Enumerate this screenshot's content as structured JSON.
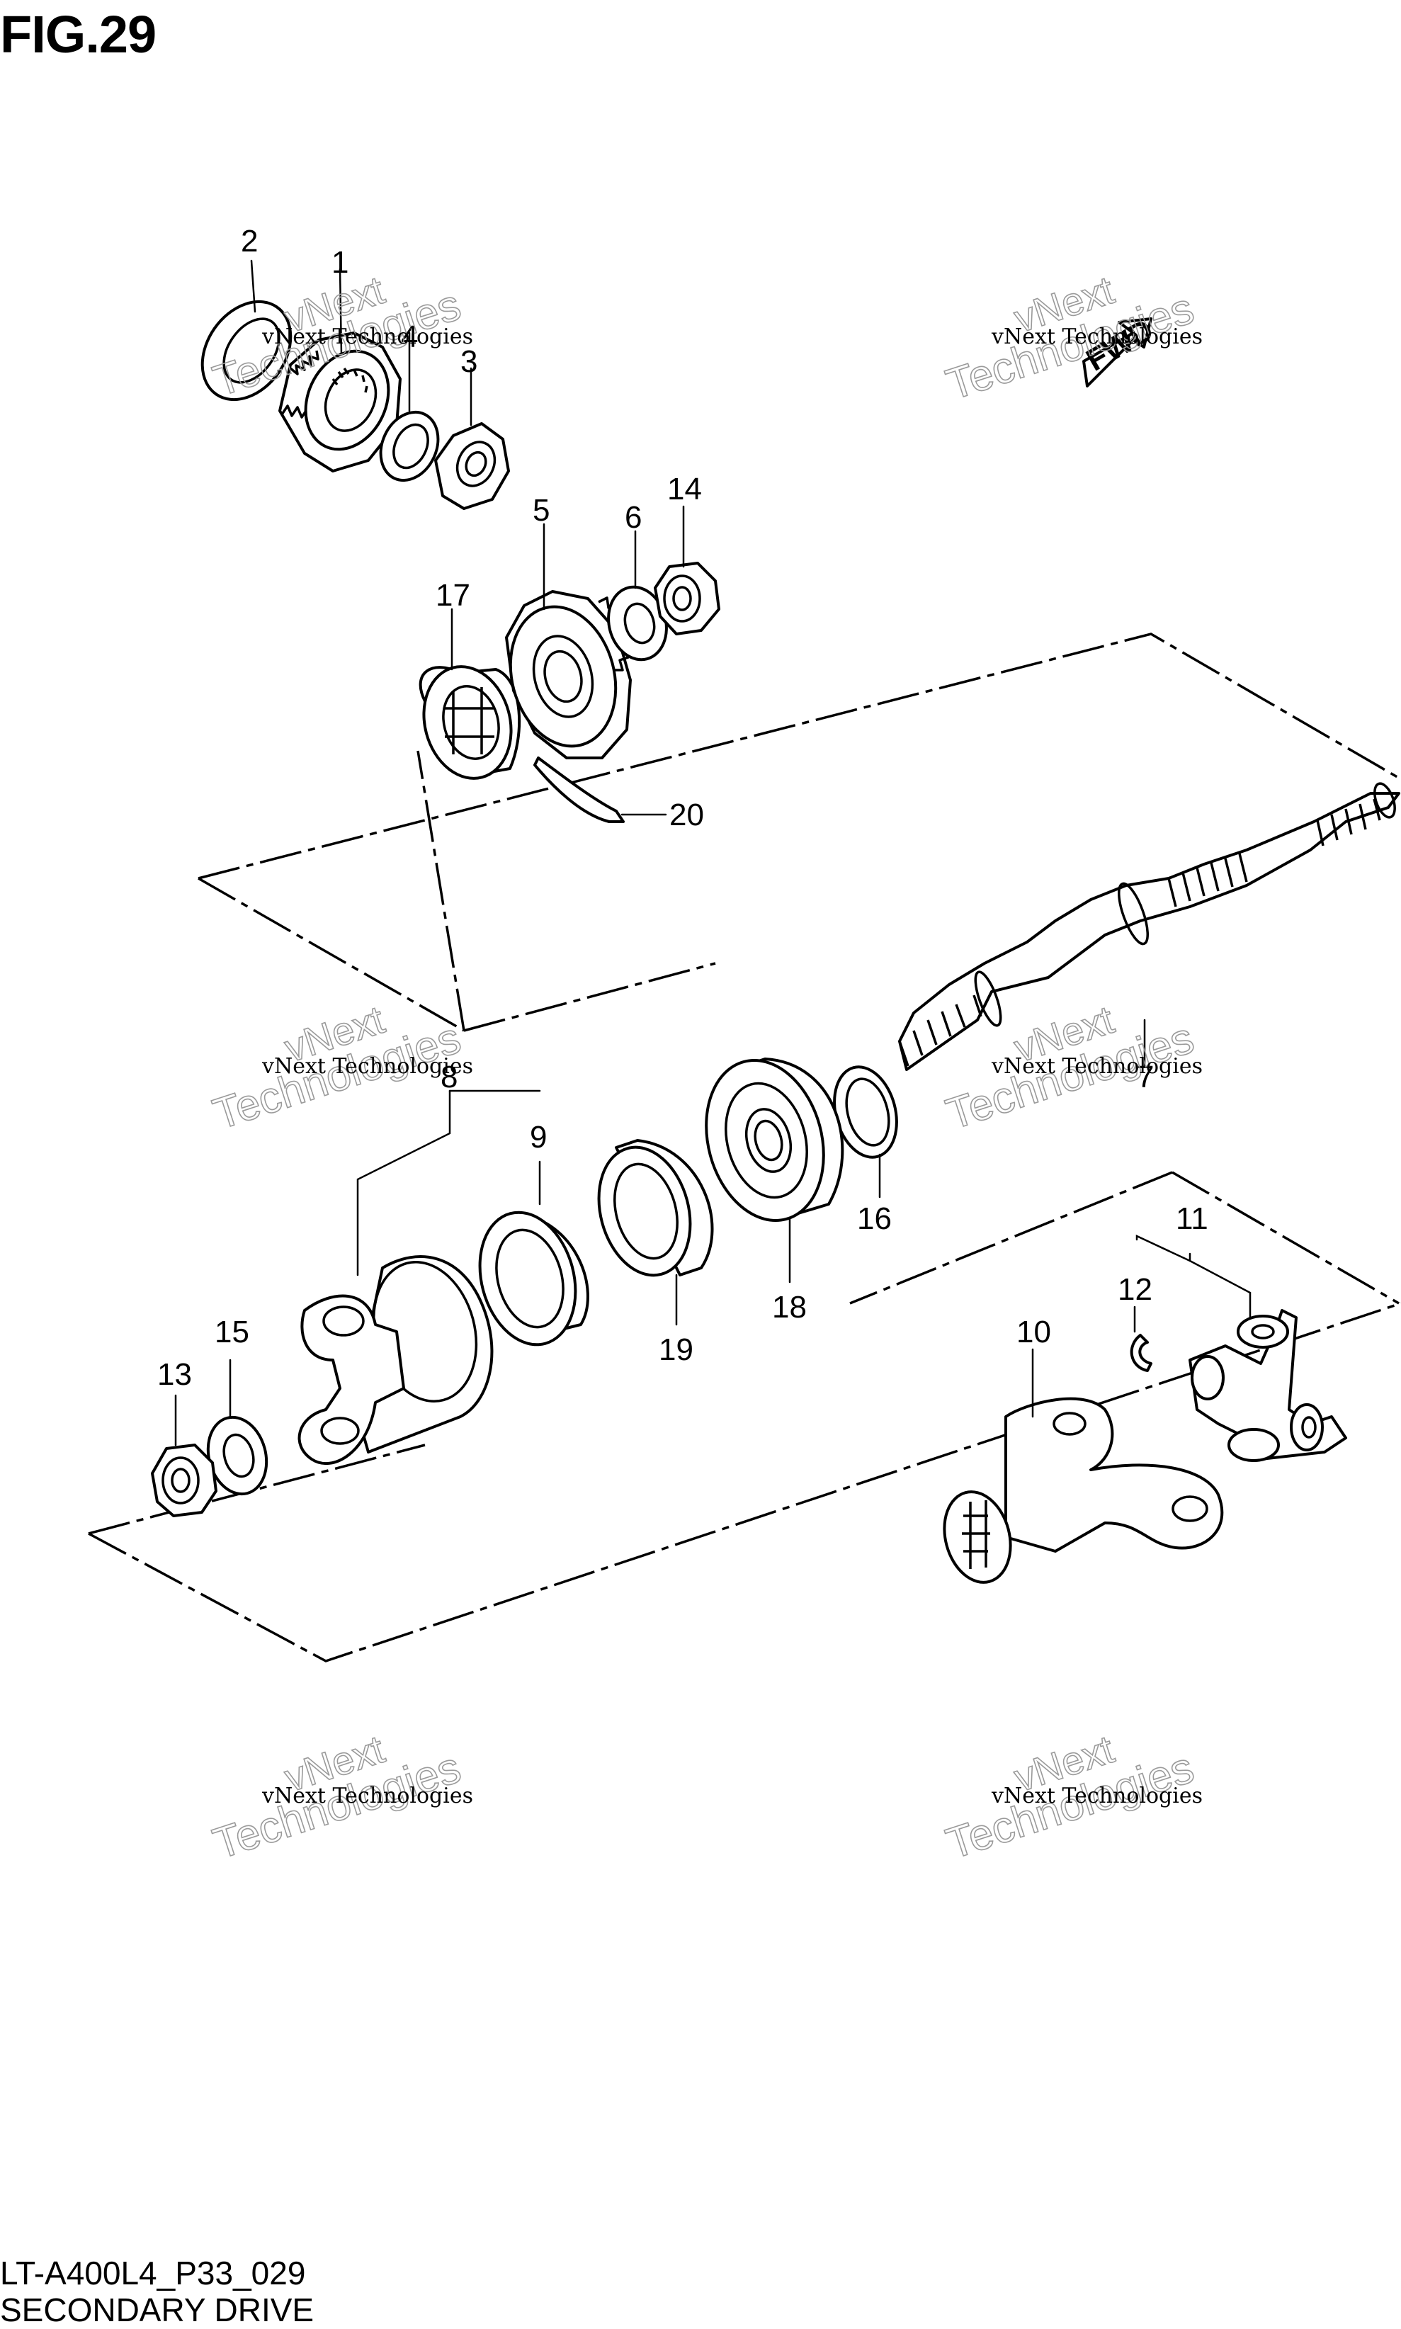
{
  "figure": {
    "title": "FIG.29",
    "code": "LT-A400L4_P33_029",
    "name": "SECONDARY DRIVE",
    "direction_tag": "FWD"
  },
  "watermark": {
    "line1": "vNext Technologies",
    "line2a": "vNext",
    "line2b": "Technologies"
  },
  "callouts": {
    "c1": "1",
    "c2": "2",
    "c3": "3",
    "c4": "4",
    "c5": "5",
    "c6": "6",
    "c7": "7",
    "c8": "8",
    "c9": "9",
    "c10": "10",
    "c11": "11",
    "c12": "12",
    "c13": "13",
    "c14": "14",
    "c15": "15",
    "c16": "16",
    "c17": "17",
    "c18": "18",
    "c19": "19",
    "c20": "20"
  }
}
